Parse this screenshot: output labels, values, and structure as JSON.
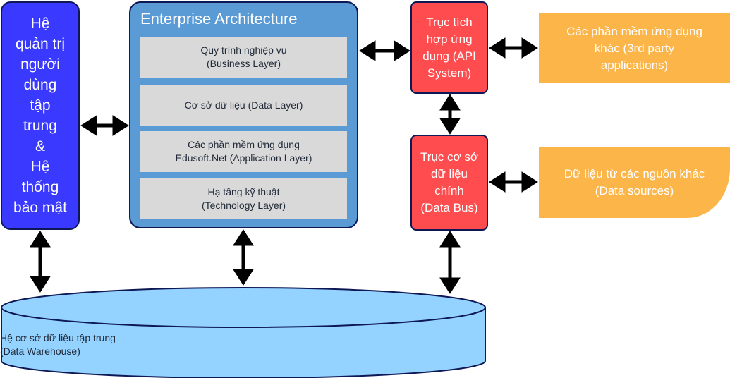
{
  "iam_box": {
    "lines": [
      "Hệ",
      "quản trị",
      "người",
      "dùng",
      "tập",
      "trung",
      "&",
      "Hệ",
      "thống",
      "bảo mật"
    ]
  },
  "enterprise_architecture": {
    "title": "Enterprise Architecture",
    "layers": [
      {
        "line1": "Quy trình nghiệp vụ",
        "line2": "(Business Layer)"
      },
      {
        "line1": "Cơ sở dữ liệu (Data Layer)",
        "line2": ""
      },
      {
        "line1": "Các phần mềm ứng dụng",
        "line2": "Edusoft.Net (Application Layer)"
      },
      {
        "line1": "Hạ tầng kỹ thuật",
        "line2": "(Technology Layer)"
      }
    ]
  },
  "api_system": {
    "lines": [
      "Trục tích",
      "hợp ứng",
      "dụng (API",
      "System)"
    ]
  },
  "data_bus": {
    "lines": [
      "Trục cơ sở",
      "dữ liệu",
      "chính",
      "(Data Bus)"
    ]
  },
  "third_party": {
    "lines": [
      "Các phần mềm ứng dụng",
      "khác (3rd party",
      "applications)"
    ]
  },
  "data_sources": {
    "lines": [
      "Dữ liệu từ các nguồn khác",
      "(Data sources)"
    ]
  },
  "data_warehouse": {
    "lines": [
      "Hệ cơ sở dữ liệu tập trung",
      "(Data Warehouse)"
    ]
  },
  "colors": {
    "iam_fill": "#3939ff",
    "ea_fill": "#5b9bd5",
    "layer_fill": "#d9d9d9",
    "red_fill": "#ff4d4f",
    "orange_fill": "#fcb548",
    "warehouse_fill": "#94d2ff",
    "outline": "#0e1855",
    "arrow": "#000000"
  },
  "connections": [
    {
      "from": "iam_box",
      "to": "enterprise_architecture",
      "direction": "both"
    },
    {
      "from": "enterprise_architecture",
      "to": "api_system",
      "direction": "both"
    },
    {
      "from": "api_system",
      "to": "third_party",
      "direction": "both"
    },
    {
      "from": "api_system",
      "to": "data_bus",
      "direction": "both"
    },
    {
      "from": "data_bus",
      "to": "data_sources",
      "direction": "both"
    },
    {
      "from": "iam_box",
      "to": "data_warehouse",
      "direction": "both"
    },
    {
      "from": "enterprise_architecture",
      "to": "data_warehouse",
      "direction": "both"
    },
    {
      "from": "data_bus",
      "to": "data_warehouse",
      "direction": "both"
    }
  ]
}
